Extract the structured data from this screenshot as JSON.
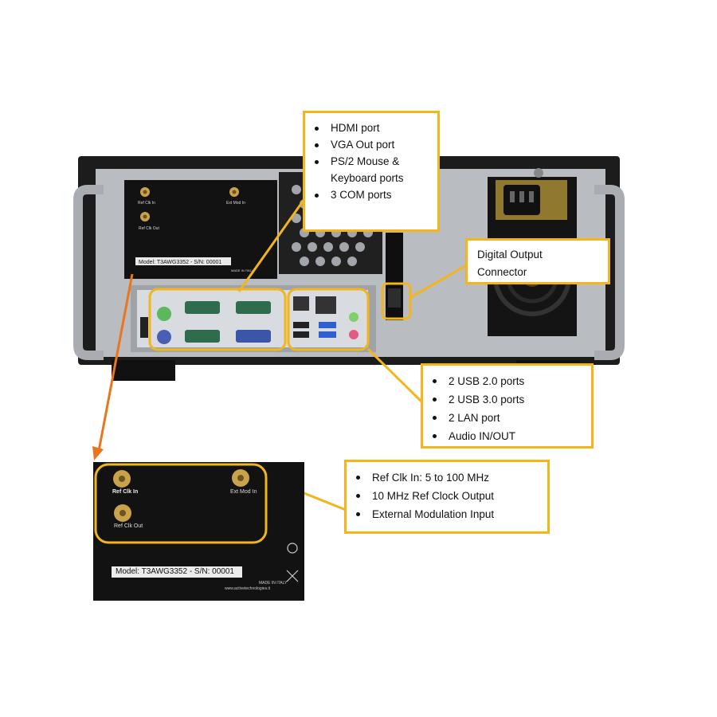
{
  "callouts": {
    "rear_ports": {
      "items": [
        "HDMI port",
        "VGA Out port",
        "PS/2 Mouse & Keyboard ports",
        "3 COM ports"
      ]
    },
    "digital_output": {
      "line1": "Digital Output",
      "line2": "Connector"
    },
    "usb_lan_audio": {
      "items": [
        "2 USB 2.0 ports",
        "2 USB 3.0 ports",
        "2 LAN port",
        "Audio IN/OUT"
      ]
    },
    "reference_clock": {
      "items": [
        "Ref Clk In: 5 to 100 MHz",
        "10 MHz Ref Clock Output",
        "External Modulation Input"
      ]
    }
  },
  "device": {
    "model_label": "Model: T3AWG3352 - S/N: 00001",
    "ref_clk_in": "Ref Clk In",
    "ref_clk_out": "Ref Clk Out",
    "ext_mod_in": "Ext Mod In",
    "made_in": "MADE IN ITALY",
    "website": "www.activetechnologies.it"
  },
  "colors": {
    "callout_border": "#f2b51c",
    "arrow": "#e9761f",
    "chassis": "#1b1b1b",
    "panel": "#c9ccd0"
  }
}
